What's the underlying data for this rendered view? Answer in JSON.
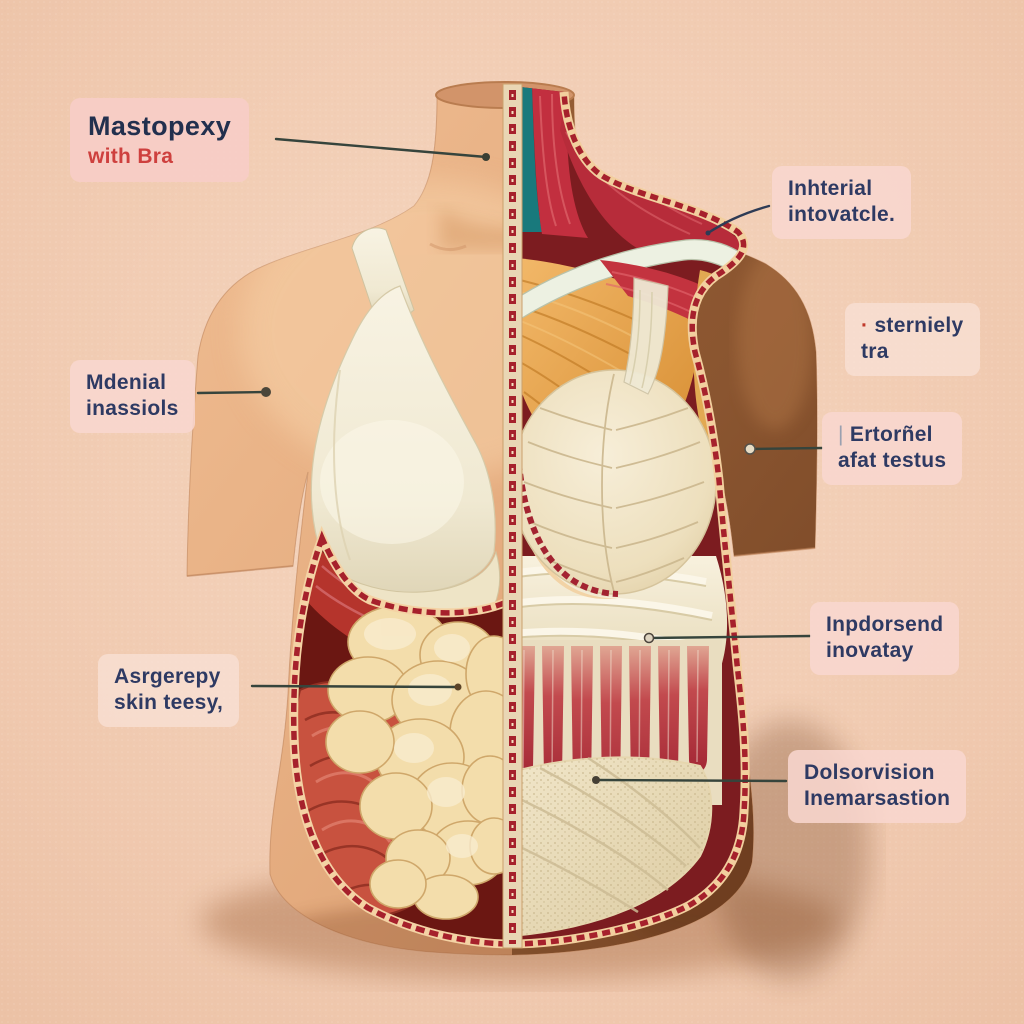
{
  "figure": {
    "description": "Anatomical illustration of a female torso: left half external view with bra, right half surgical cutaway showing muscles, breast tissue, fascia and abdominal contents",
    "style": "medical-illustration"
  },
  "title_label": {
    "line1": "Mastopexy",
    "line2": "with Bra"
  },
  "labels": [
    {
      "id": "medial-left",
      "line1": "Mdenial",
      "line2": "inassiols"
    },
    {
      "id": "lower-left",
      "line1": "Asrgerepy",
      "line2": "skin teesy,"
    },
    {
      "id": "upper-right",
      "line1": "Inhterial",
      "line2": "intovatcle."
    },
    {
      "id": "sternal-right",
      "bullet": "·",
      "line1": "sterniely",
      "line2": "tra"
    },
    {
      "id": "external-right",
      "bar": "|",
      "line1": "Ertorñel",
      "line2": "afat testus"
    },
    {
      "id": "mid-right",
      "line1": "Inpdorsend",
      "line2": "inovatay"
    },
    {
      "id": "bottom-right",
      "line1": "Dolsorvision",
      "line2": "Inemarsastion"
    }
  ],
  "colors": {
    "background": "#f0c9af",
    "label_background": "#f8d7d0",
    "label_text": "#2e3a63",
    "title_accent_red": "#ce403e",
    "leader_line": "#36443c",
    "skin_light": "#e9b186",
    "skin_dark": "#8e5a34",
    "bra_ivory": "#f2ecd7",
    "muscle_red": "#c22f3f",
    "muscle_orange": "#e8a24a",
    "breast_cream": "#f1e6cd",
    "fascia_white": "#f3ecd8",
    "fat_cream": "#f3ddab",
    "intestine_red": "#c8523f",
    "stitch_red": "#a6212c",
    "vessel_teal": "#19797c"
  }
}
